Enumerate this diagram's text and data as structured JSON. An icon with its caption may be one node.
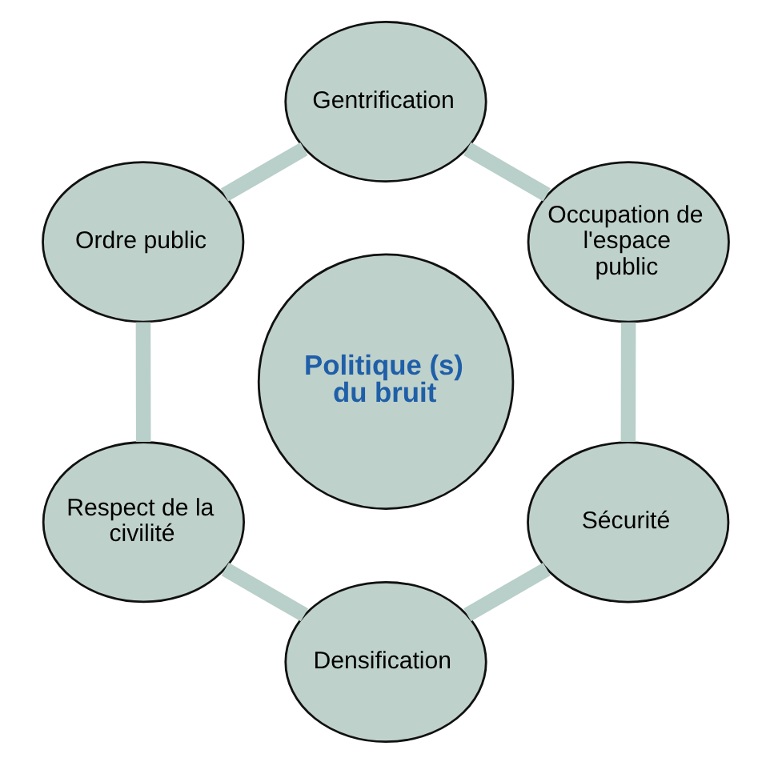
{
  "diagram": {
    "nodes": [
      {
        "text": [
          "Occupation de l'espace public"
        ]
      },
      {
        "text": [
          "Gentrification"
        ]
      },
      {
        "text": [
          "Sécurité"
        ]
      },
      {
        "text": [
          "Politique (s) du bruit"
        ]
      },
      {
        "text": [
          "Ordre public"
        ]
      },
      {
        "text": [
          "Densification"
        ]
      },
      {
        "text": [
          "Respect de la civilité"
        ]
      }
    ],
    "edges": [
      {
        "from": 0,
        "to": 2,
        "arrow": "none"
      },
      {
        "from": 2,
        "to": 5,
        "arrow": "none"
      },
      {
        "from": 5,
        "to": 6,
        "arrow": "none"
      },
      {
        "from": 6,
        "to": 4,
        "arrow": "none"
      },
      {
        "from": 4,
        "to": 1,
        "arrow": "none"
      },
      {
        "from": 1,
        "to": 0,
        "arrow": "none"
      }
    ]
  }
}
